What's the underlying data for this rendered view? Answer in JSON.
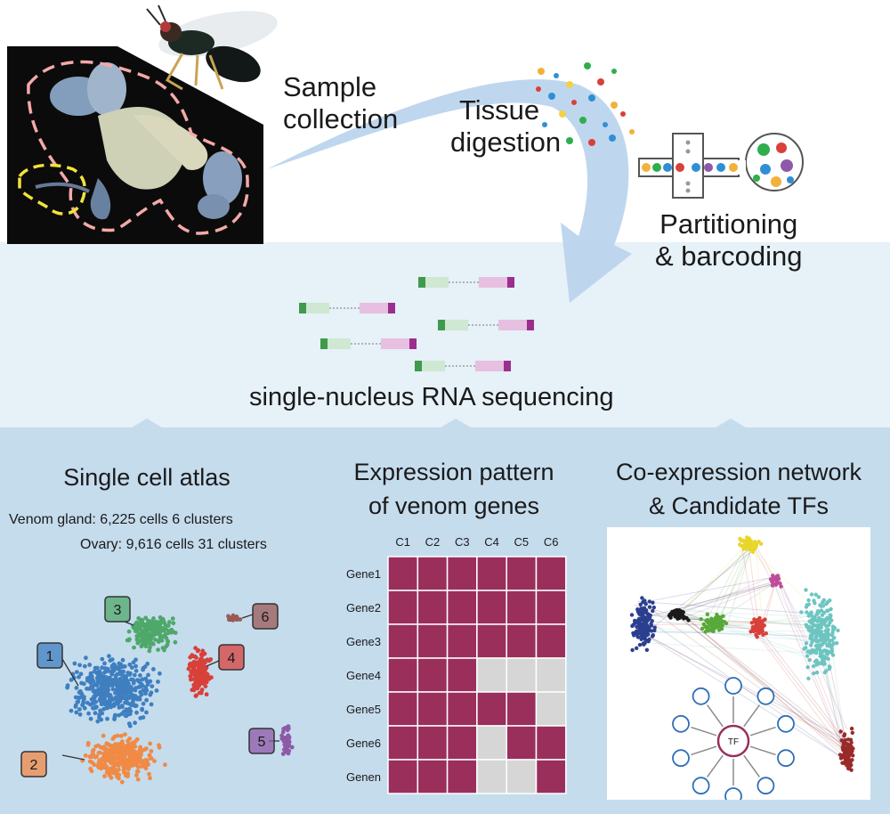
{
  "steps": {
    "sample_collection": [
      "Sample",
      "collection"
    ],
    "tissue_digestion": [
      "Tissue",
      "digestion"
    ],
    "partitioning": [
      "Partitioning",
      "& barcoding"
    ],
    "sequencing": "single-nucleus RNA sequencing"
  },
  "panels": {
    "atlas": {
      "title": "Single cell atlas",
      "venom_line": "Venom gland: 6,225 cells  6 clusters",
      "ovary_line": "Ovary: 9,616 cells 31 clusters",
      "clusters": [
        {
          "id": "1",
          "color": "#3f7fc0"
        },
        {
          "id": "2",
          "color": "#f08a45"
        },
        {
          "id": "3",
          "color": "#4fa86a"
        },
        {
          "id": "4",
          "color": "#d8403a"
        },
        {
          "id": "5",
          "color": "#8e5aa8"
        },
        {
          "id": "6",
          "color": "#9a5a55"
        }
      ]
    },
    "expression": {
      "title_lines": [
        "Expression pattern",
        "of venom genes"
      ],
      "columns": [
        "C1",
        "C2",
        "C3",
        "C4",
        "C5",
        "C6"
      ],
      "rows": [
        {
          "gene": "Gene1",
          "cells": [
            1,
            1,
            1,
            1,
            1,
            1
          ]
        },
        {
          "gene": "Gene2",
          "cells": [
            1,
            1,
            1,
            1,
            1,
            1
          ]
        },
        {
          "gene": "Gene3",
          "cells": [
            1,
            1,
            1,
            1,
            1,
            1
          ]
        },
        {
          "gene": "Gene4",
          "cells": [
            1,
            1,
            1,
            0,
            0,
            0
          ]
        },
        {
          "gene": "Gene5",
          "cells": [
            1,
            1,
            1,
            1,
            1,
            0
          ]
        },
        {
          "gene": "Gene6",
          "cells": [
            1,
            1,
            1,
            0,
            1,
            1
          ]
        },
        {
          "gene": "Genen",
          "cells": [
            1,
            1,
            1,
            0,
            0,
            1
          ]
        }
      ],
      "on_color": "#9a2f5c",
      "off_color": "#d6d6d6"
    },
    "network": {
      "title_lines": [
        "Co-expression network",
        "& Candidate TFs"
      ],
      "tf_label": "TF",
      "tf_color": "#9a2f5c",
      "target_color": "#2f6fb6"
    }
  }
}
